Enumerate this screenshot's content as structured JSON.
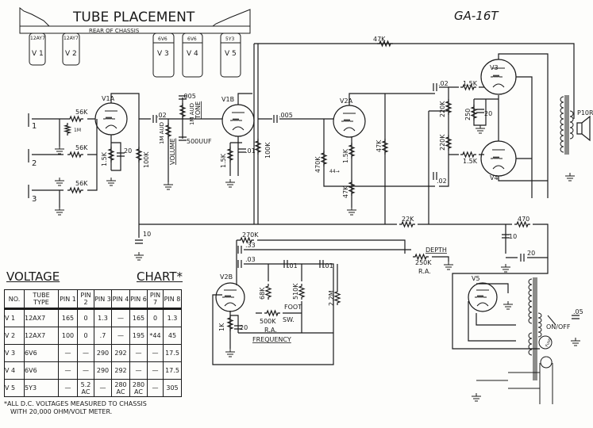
{
  "model": "GA-16T",
  "tube_placement": {
    "title": "TUBE PLACEMENT",
    "rear_label": "REAR OF CHASSIS",
    "tubes": [
      {
        "type": "12AY7",
        "name": "V 1"
      },
      {
        "type": "12AY7",
        "name": "V 2"
      },
      {
        "type": "6V6",
        "name": "V 3"
      },
      {
        "type": "6V6",
        "name": "V 4"
      },
      {
        "type": "5Y3",
        "name": "V 5"
      }
    ]
  },
  "schematic": {
    "tubes": {
      "v1a": "V1A",
      "v1b": "V1B",
      "v2a": "V2A",
      "v2b": "V2B",
      "v3": "V3",
      "v4": "V4",
      "v5": "V5"
    },
    "jacks": {
      "j1": "1",
      "j2": "2",
      "j3": "3"
    },
    "resistors": {
      "in1": "56K",
      "in2": "56K",
      "in3": "56K",
      "jack_pot": "1M",
      "v1a_cath": "1.5K",
      "v1a_plate": "100K",
      "volume": "1M AUD",
      "tone": "1M AUD",
      "v1b_cath": "1.5K",
      "v1b_plate": "100K",
      "feedback": "47K",
      "v2a_grid": "470K",
      "v2a_cath": "1.5K",
      "v2a_tail": "47K",
      "v2a_plate": "47K",
      "pi1": "220K",
      "pi2": "220K",
      "g3": "1.5K",
      "g4": "1.5K",
      "out_cath": "250",
      "drop1": "22K",
      "drop2": "470",
      "trem_fb": "270K",
      "depth": "250K",
      "r68": "68K",
      "freq": "500K",
      "r510": "510K",
      "r22m": "2.2M",
      "v2b_cath": "1K"
    },
    "capacitors": {
      "c1": ".02",
      "c2": ".005",
      "c3": "500UUF",
      "c4": "20",
      "c5": ".01",
      "c6": ".005",
      "c7": ".02",
      "c8": ".02",
      "c9": "20",
      "c10": "10",
      "c11": ".33",
      "c12": ".03",
      "c13": ".01",
      "c14": ".01",
      "c15": "20",
      "c16": "10",
      "c17": "20",
      "c18": ".05"
    },
    "controls": {
      "volume": "VOLUME",
      "tone": "TONE",
      "depth": "DEPTH",
      "ra1": "R.A.",
      "ra2": "R.A.",
      "frequency": "FREQUENCY",
      "foot": "FOOT",
      "sw": "SW.",
      "onoff": "ON/OFF",
      "fuse": "Fuse"
    },
    "misc": {
      "v44": "44→",
      "speaker": "P10R"
    }
  },
  "voltage_chart": {
    "title_left": "VOLTAGE",
    "title_right": "CHART*",
    "headers": [
      "NO.",
      "TUBE TYPE",
      "PIN 1",
      "PIN 2",
      "PIN 3",
      "PIN 4",
      "PIN 6",
      "PIN 7",
      "PIN 8"
    ],
    "rows": [
      [
        "V 1",
        "12AX7",
        "165",
        "0",
        "1.3",
        "—",
        "165",
        "0",
        "1.3"
      ],
      [
        "V 2",
        "12AX7",
        "100",
        "0",
        ".7",
        "—",
        "195",
        "*44",
        "45"
      ],
      [
        "V 3",
        "6V6",
        "—",
        "—",
        "290",
        "292",
        "—",
        "—",
        "17.5"
      ],
      [
        "V 4",
        "6V6",
        "—",
        "—",
        "290",
        "292",
        "—",
        "—",
        "17.5"
      ],
      [
        "V 5",
        "5Y3",
        "—",
        "5.2 AC",
        "—",
        "280 AC",
        "280 AC",
        "—",
        "305"
      ]
    ],
    "footnote_line1": "*ALL D.C. VOLTAGES MEASURED TO CHASSIS",
    "footnote_line2": "WITH 20,000 OHM/VOLT METER."
  },
  "colors": {
    "ink": "#1a1a1a",
    "paper": "#fdfdfb"
  }
}
